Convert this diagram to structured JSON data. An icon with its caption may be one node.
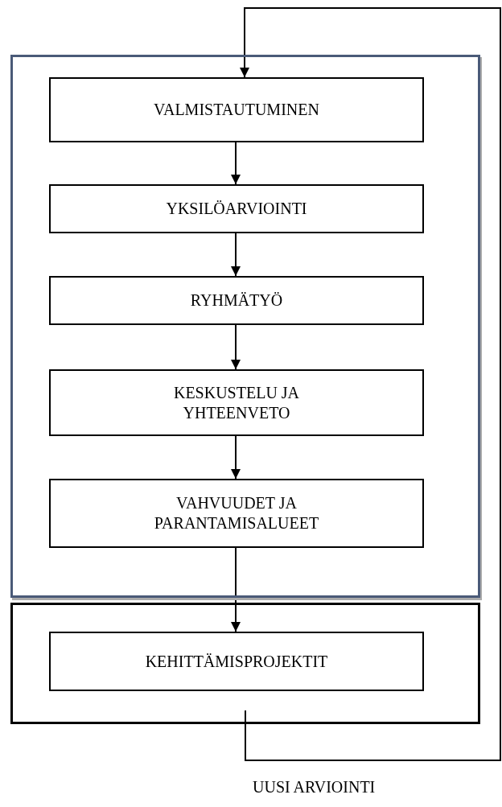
{
  "diagram": {
    "nodes": [
      {
        "text": [],
        "shape": "box"
      },
      {
        "text": [
          "VALMISTAUTUMINEN"
        ],
        "in": 0
      },
      {
        "text": [
          "YKSILÖARVIOINTI"
        ],
        "in": 0
      },
      {
        "text": [
          "RYHMÄTYÖ"
        ],
        "in": 0
      },
      {
        "text": [
          "KESKUSTELU JA YHTEENVETO"
        ],
        "in": 0
      },
      {
        "text": [
          "VAHVUUDET JA PARANTAMISALUEET"
        ],
        "in": 0
      },
      {
        "text": [],
        "shape": "box"
      },
      {
        "text": [
          "KEHITTÄMISPROJEKTIT"
        ],
        "in": 6
      }
    ],
    "edges": [
      {
        "from": 1,
        "to": 2,
        "arrow": "to"
      },
      {
        "from": 2,
        "to": 3,
        "arrow": "to"
      },
      {
        "from": 3,
        "to": 4,
        "arrow": "to"
      },
      {
        "from": 4,
        "to": 5,
        "arrow": "to"
      },
      {
        "from": 5,
        "to": 7,
        "arrow": "to"
      },
      {
        "from": 6,
        "to": 1,
        "arrow": "to"
      }
    ],
    "labels": [
      "UUSI ARVIOINTI"
    ]
  }
}
